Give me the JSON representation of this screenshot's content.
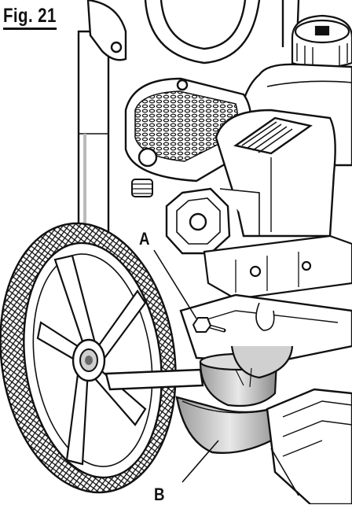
{
  "figure": {
    "label": "Fig. 21"
  },
  "callouts": [
    {
      "label": "A",
      "part": "bolt"
    },
    {
      "label": "B",
      "part": "bracket"
    }
  ],
  "colors": {
    "ink": "#111111",
    "paper": "#ffffff",
    "shade": "#c8c8c8",
    "dark_shade": "#6a6a6a"
  }
}
